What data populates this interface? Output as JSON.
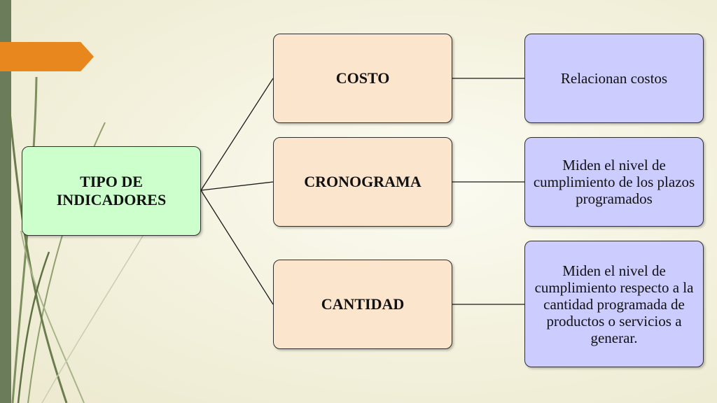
{
  "diagram": {
    "root": {
      "label": "TIPO DE INDICADORES"
    },
    "branches": [
      {
        "label": "COSTO",
        "description": "Relacionan costos"
      },
      {
        "label": "CRONOGRAMA",
        "description": "Miden el nivel de cumplimiento de los plazos programados"
      },
      {
        "label": "CANTIDAD",
        "description": "Miden el nivel de cumplimiento respecto a la cantidad programada de productos o servicios a generar."
      }
    ]
  },
  "colors": {
    "root_fill": "#ccffcc",
    "category_fill": "#fce5cd",
    "description_fill": "#ccccff",
    "accent_tab": "#e8871e",
    "side_bar": "#6b7c5a"
  }
}
